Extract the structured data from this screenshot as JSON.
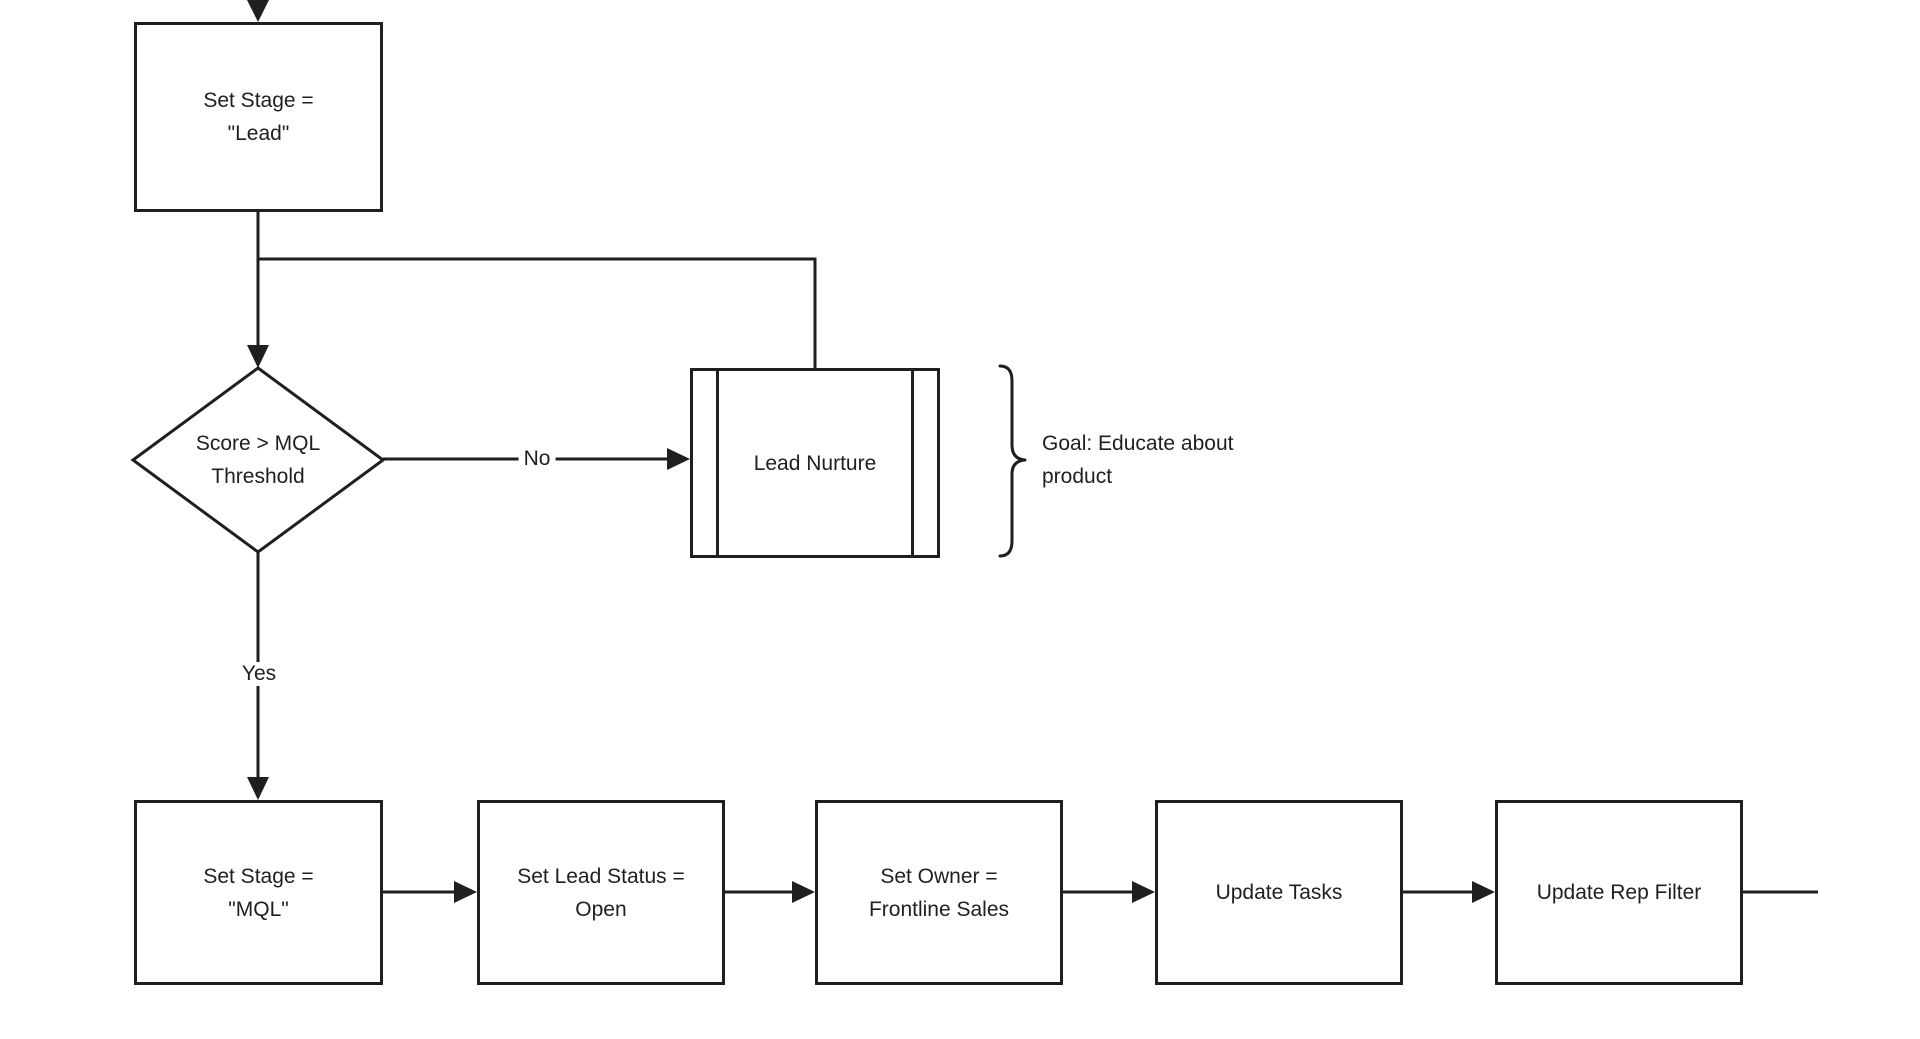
{
  "colors": {
    "background": "#ffffff",
    "stroke": "#1f1f1f",
    "text": "#1f1f1f"
  },
  "nodes": {
    "set_stage_lead": {
      "shape": "process",
      "label": "Set Stage =\n\"Lead\""
    },
    "score_mql_threshold": {
      "shape": "decision",
      "label": "Score > MQL\nThreshold"
    },
    "lead_nurture": {
      "shape": "predefined-process",
      "label": "Lead Nurture"
    },
    "set_stage_mql": {
      "shape": "process",
      "label": "Set Stage =\n\"MQL\""
    },
    "set_lead_status_open": {
      "shape": "process",
      "label": "Set Lead Status =\nOpen"
    },
    "set_owner_frontline_sales": {
      "shape": "process",
      "label": "Set Owner =\nFrontline Sales"
    },
    "update_tasks": {
      "shape": "process",
      "label": "Update Tasks"
    },
    "update_rep_filter": {
      "shape": "process",
      "label": "Update Rep Filter"
    }
  },
  "edges": {
    "no_label": "No",
    "yes_label": "Yes"
  },
  "annotation": {
    "text": "Goal: Educate about\nproduct"
  }
}
